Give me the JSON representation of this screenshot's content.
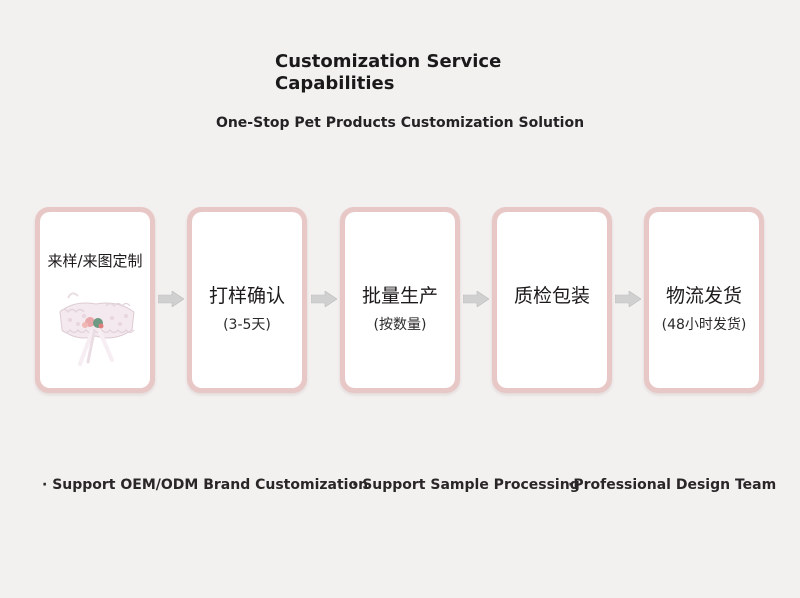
{
  "header": {
    "title": "Customization Service Capabilities",
    "subtitle": "One-Stop Pet Products Customization Solution"
  },
  "steps": [
    {
      "label": "来样/来图定制",
      "sub": ""
    },
    {
      "label": "打样确认",
      "sub": "(3-5天)"
    },
    {
      "label": "批量生产",
      "sub": "(按数量)"
    },
    {
      "label": "质检包装",
      "sub": ""
    },
    {
      "label": "物流发货",
      "sub": "(48小时发货)"
    }
  ],
  "bullets": [
    "· Support OEM/ODM Brand Customization",
    "· Support Sample Processing",
    "·Professional Design Team"
  ],
  "colors": {
    "background": "#f3f1f0",
    "card_border": "#e8c8c6",
    "arrow": "#d0d0d0"
  },
  "icons": {
    "arrow": "right-arrow-icon",
    "sample": "pet-lace-collar-image"
  }
}
